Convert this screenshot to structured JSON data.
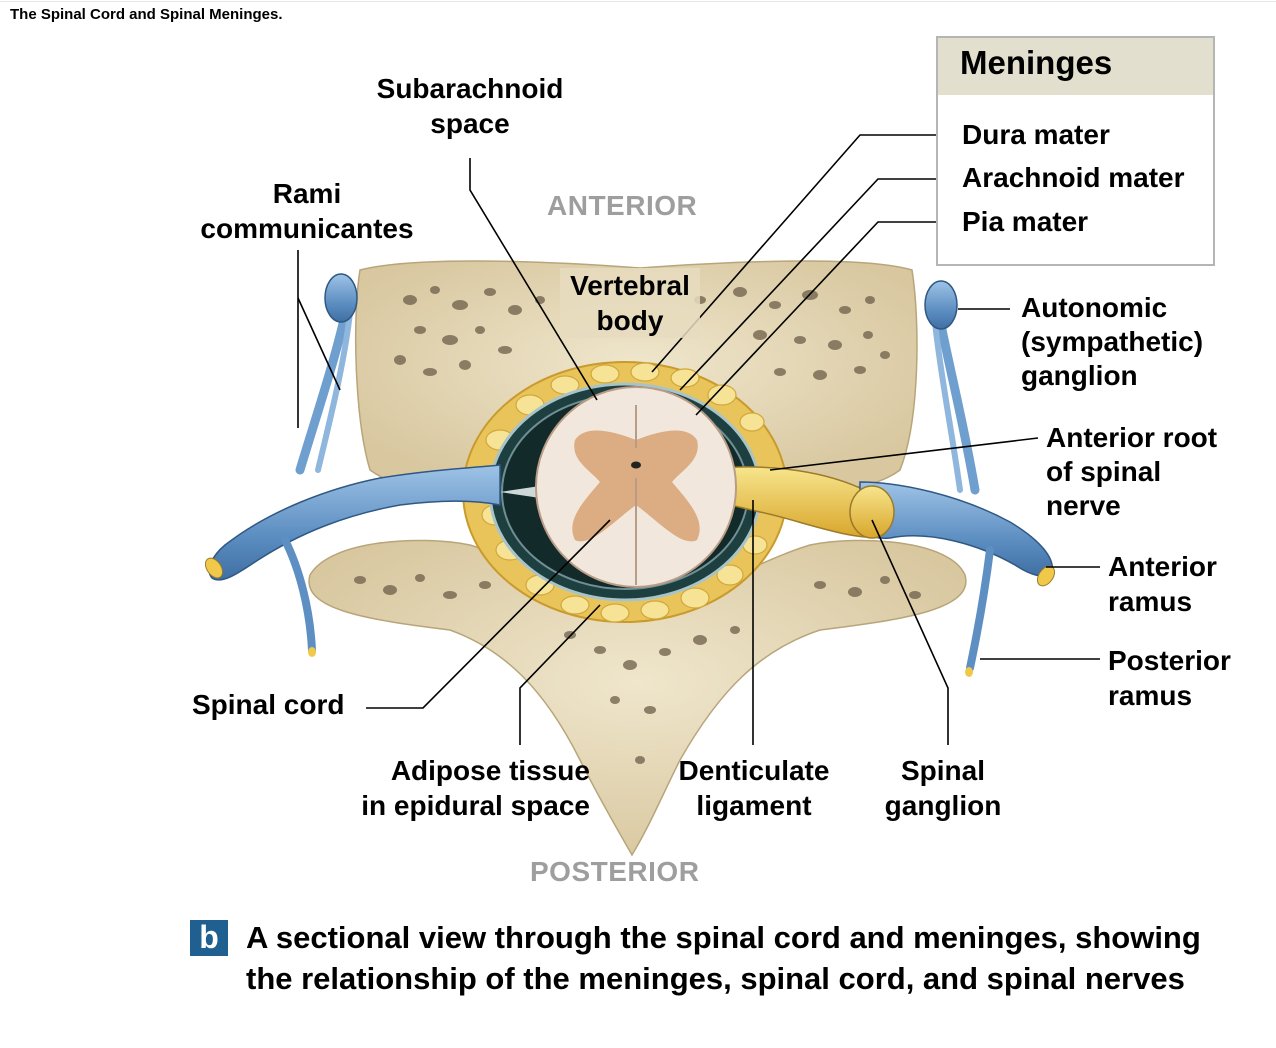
{
  "page_title": "The Spinal Cord and Spinal Meninges.",
  "directions": {
    "anterior": "ANTERIOR",
    "posterior": "POSTERIOR"
  },
  "meninges_box": {
    "title": "Meninges",
    "items": [
      "Dura mater",
      "Arachnoid mater",
      "Pia mater"
    ]
  },
  "labels": {
    "subarachnoid_space": [
      "Subarachnoid",
      "space"
    ],
    "rami_communicantes": [
      "Rami",
      "communicantes"
    ],
    "vertebral_body": [
      "Vertebral",
      "body"
    ],
    "autonomic_ganglion": [
      "Autonomic",
      "(sympathetic)",
      "ganglion"
    ],
    "anterior_root": [
      "Anterior root",
      "of spinal",
      "nerve"
    ],
    "anterior_ramus": [
      "Anterior",
      "ramus"
    ],
    "posterior_ramus": [
      "Posterior",
      "ramus"
    ],
    "spinal_cord": "Spinal cord",
    "adipose_tissue": [
      "Adipose tissue",
      "in epidural space"
    ],
    "denticulate_ligament": [
      "Denticulate",
      "ligament"
    ],
    "spinal_ganglion": [
      "Spinal",
      "ganglion"
    ]
  },
  "caption": {
    "badge": "b",
    "text": "A sectional view through the spinal cord and meninges, showing the relationship of the meninges, spinal cord, and spinal nerves"
  },
  "colors": {
    "bone": "#e7dcbf",
    "bone_pore": "#6d5f49",
    "nerve_blue": "#6f9fcf",
    "adipose": "#f2d97a",
    "dura": "#1e3f3f",
    "cord_white": "#f1e7dc",
    "cord_gray": "#dcac82",
    "caption_badge": "#1f6090"
  }
}
